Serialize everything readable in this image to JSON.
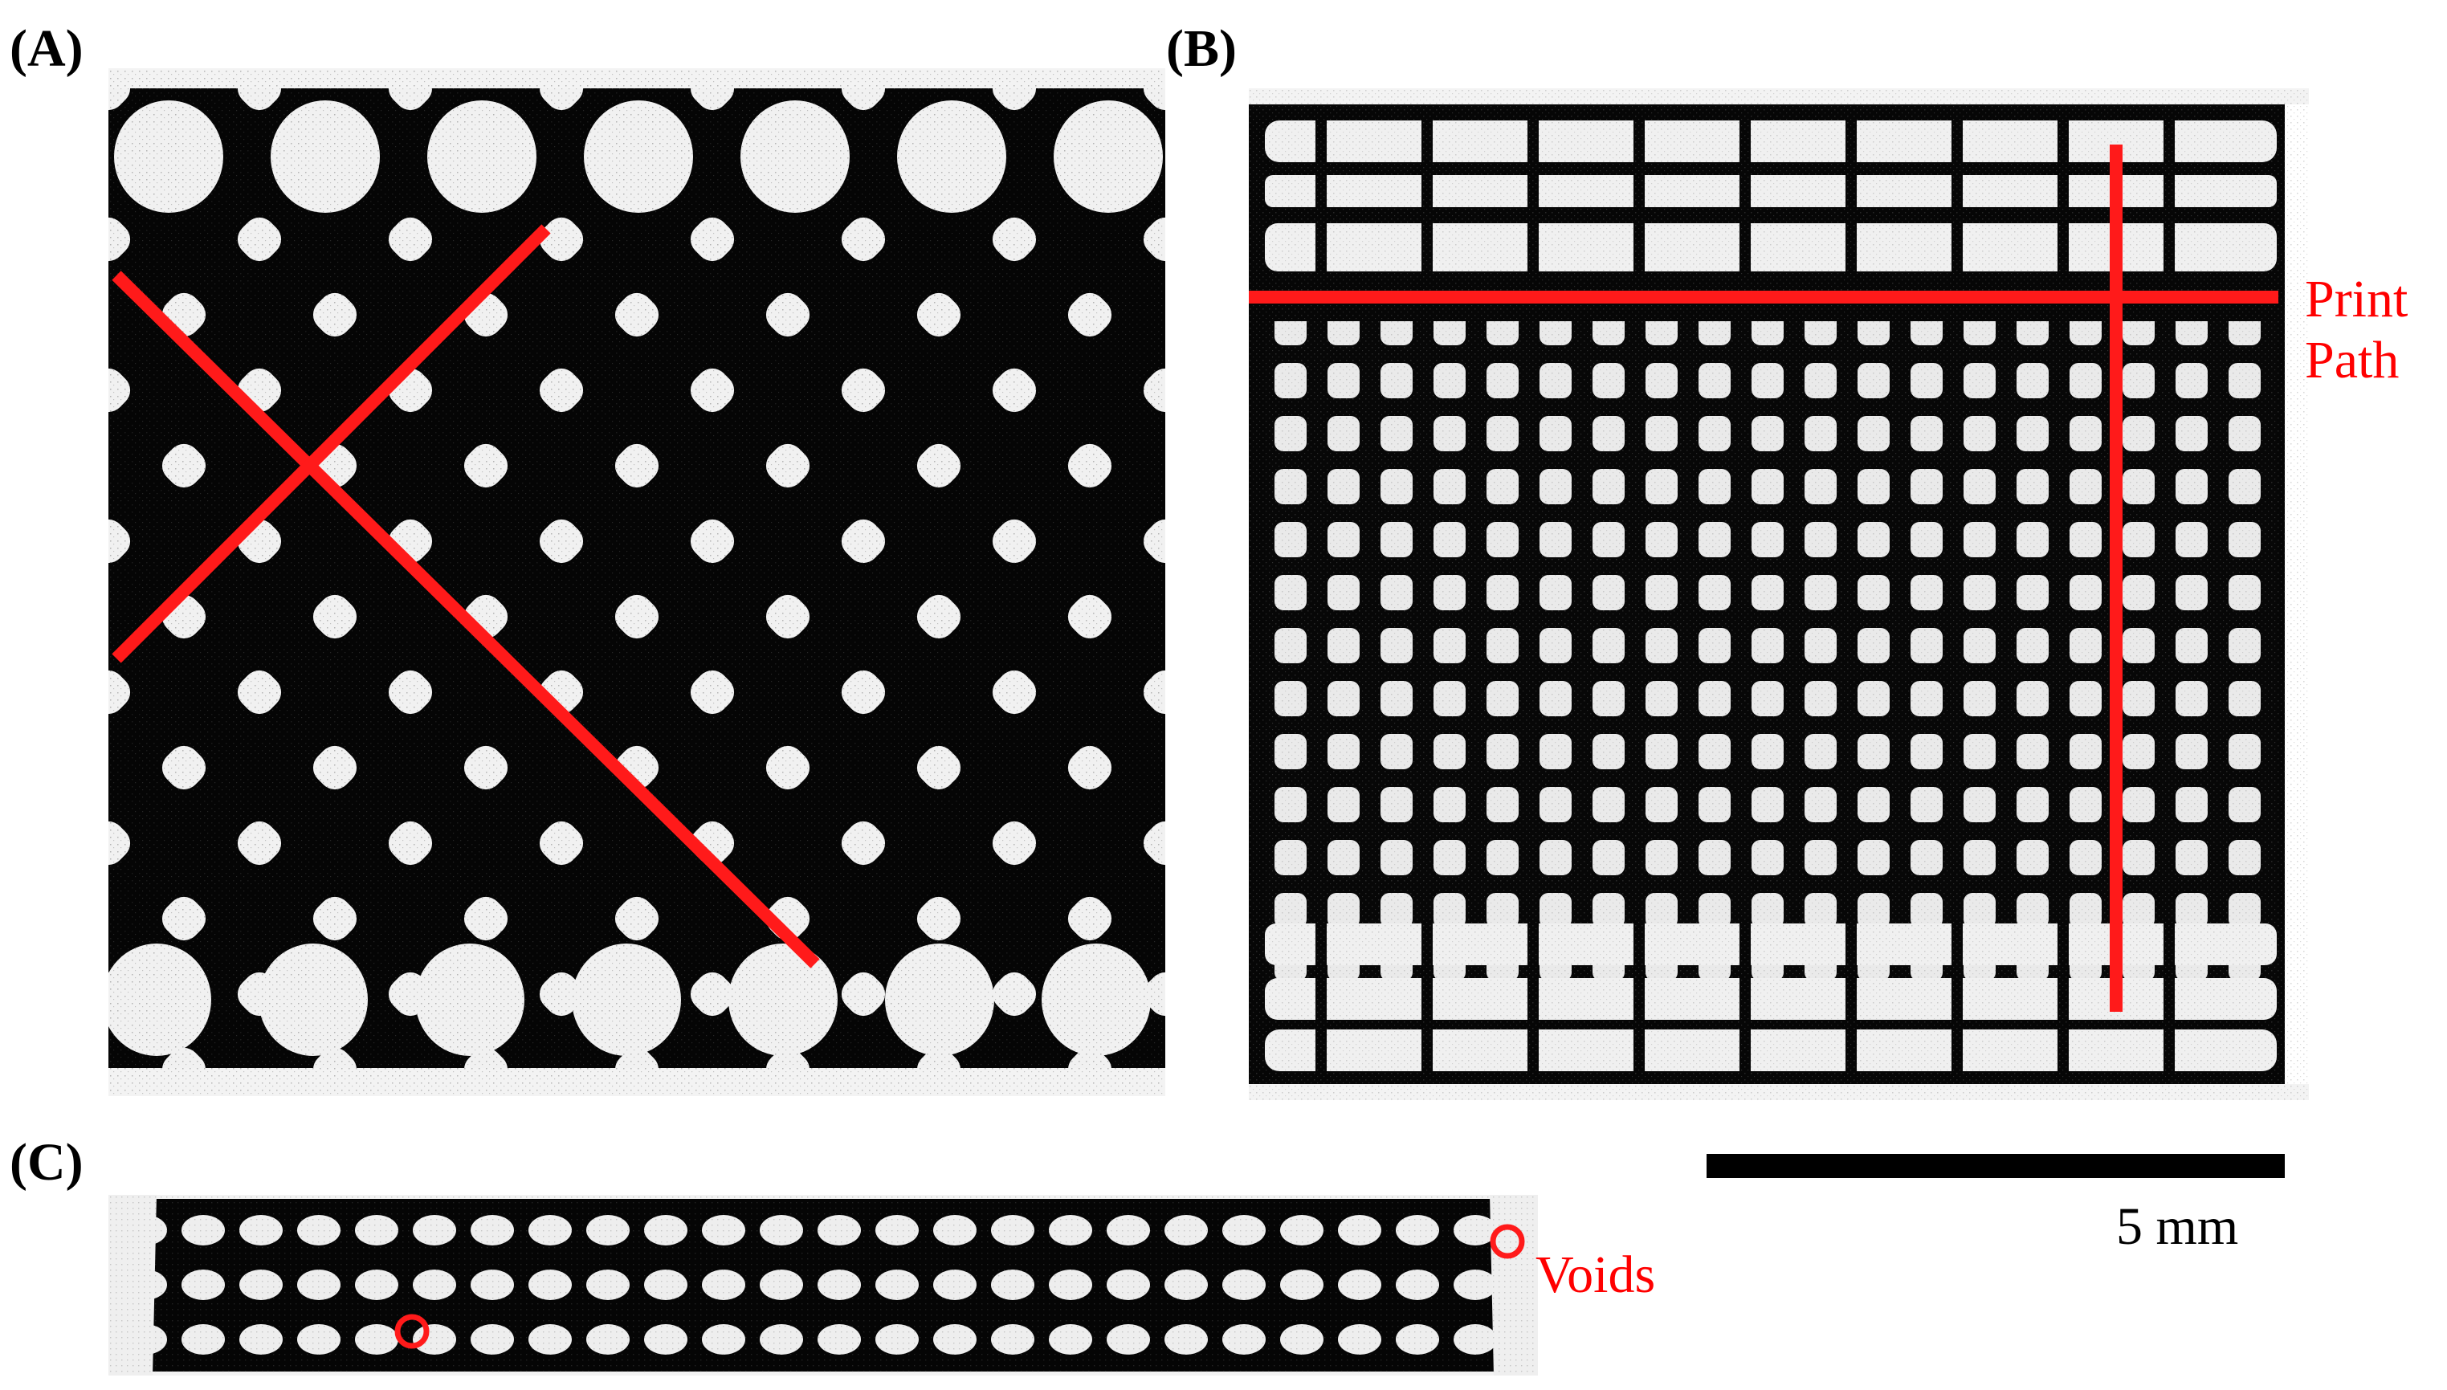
{
  "panels": {
    "a": {
      "label": "(A)"
    },
    "b": {
      "label": "(B)"
    },
    "c": {
      "label": "(C)"
    }
  },
  "annotations": {
    "print_path_line1": "Print",
    "print_path_line2": "Path",
    "voids": "Voids"
  },
  "scale_bar": {
    "label": "5 mm"
  },
  "colors": {
    "background": "#ffffff",
    "lattice_dark": "#050505",
    "pore_light": "#f2f2f2",
    "annotation_red": "#ff1a1a"
  }
}
